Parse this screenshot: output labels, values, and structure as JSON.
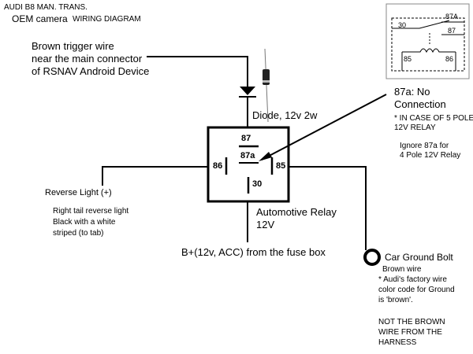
{
  "header": {
    "line1": "AUDI B8 MAN. TRANS.",
    "line2_a": "OEM camera",
    "line2_b": "WIRING DIAGRAM"
  },
  "trigger_wire": {
    "line1": "Brown trigger wire",
    "line2": "near the main connector",
    "line3": "of RSNAV Android Device"
  },
  "diode_label": "Diode, 12v 2w",
  "relay": {
    "pin_87": "87",
    "pin_87a": "87a",
    "pin_86": "86",
    "pin_85": "85",
    "pin_30": "30",
    "label_line1": "Automotive Relay",
    "label_line2": "12V"
  },
  "pin_87a_note": {
    "line1": "87a: No",
    "line2": "Connection",
    "line3": "* IN CASE OF 5 POLE",
    "line4": "12V RELAY",
    "line5": "Ignore 87a for",
    "line6": "4 Pole 12V Relay"
  },
  "schematic": {
    "pin_30": "30",
    "pin_87a": "87A",
    "pin_87": "87",
    "pin_85": "85",
    "pin_86": "86"
  },
  "reverse_light": {
    "title": "Reverse Light (+)",
    "line1": "Right tail reverse light",
    "line2": "Black with a white",
    "line3": "striped (to tab)"
  },
  "power_label": "B+(12v, ACC) from the fuse box",
  "ground": {
    "title": "Car Ground Bolt",
    "line1": "Brown wire",
    "line2": "* Audi's factory wire",
    "line3": "color code for Ground",
    "line4": "is 'brown'.",
    "warn1": "NOT THE BROWN",
    "warn2": "WIRE FROM THE",
    "warn3": "HARNESS"
  }
}
